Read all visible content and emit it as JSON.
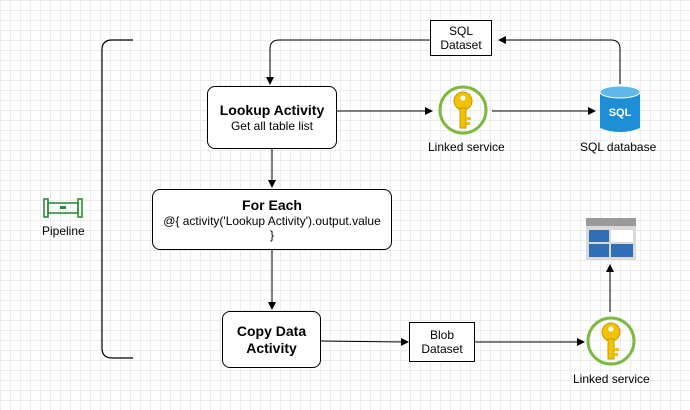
{
  "pipeline": {
    "label": "Pipeline"
  },
  "lookup": {
    "title": "Lookup Activity",
    "subtitle": "Get all table list"
  },
  "foreach": {
    "title": "For Each",
    "expression": "@{ activity('Lookup Activity').output.value",
    "closing": "}"
  },
  "copy": {
    "title_line1": "Copy Data",
    "title_line2": "Activity"
  },
  "sql_dataset": {
    "line1": "SQL",
    "line2": "Dataset"
  },
  "blob_dataset": {
    "line1": "Blob",
    "line2": "Dataset"
  },
  "linked_service_top": {
    "label": "Linked service"
  },
  "linked_service_bottom": {
    "label": "Linked service"
  },
  "sql_database": {
    "label": "SQL database",
    "icon_text": "SQL"
  },
  "icons": {
    "pipeline": "pipeline-icon",
    "key": "key-icon",
    "database": "sql-database-icon",
    "storage": "blob-storage-icon"
  },
  "colors": {
    "pipeline_green": "#2e8b3a",
    "key_gold": "#f2c200",
    "key_ring": "#7cb940",
    "sql_blue": "#1e8fd6",
    "storage_blue": "#2f6fb5"
  }
}
